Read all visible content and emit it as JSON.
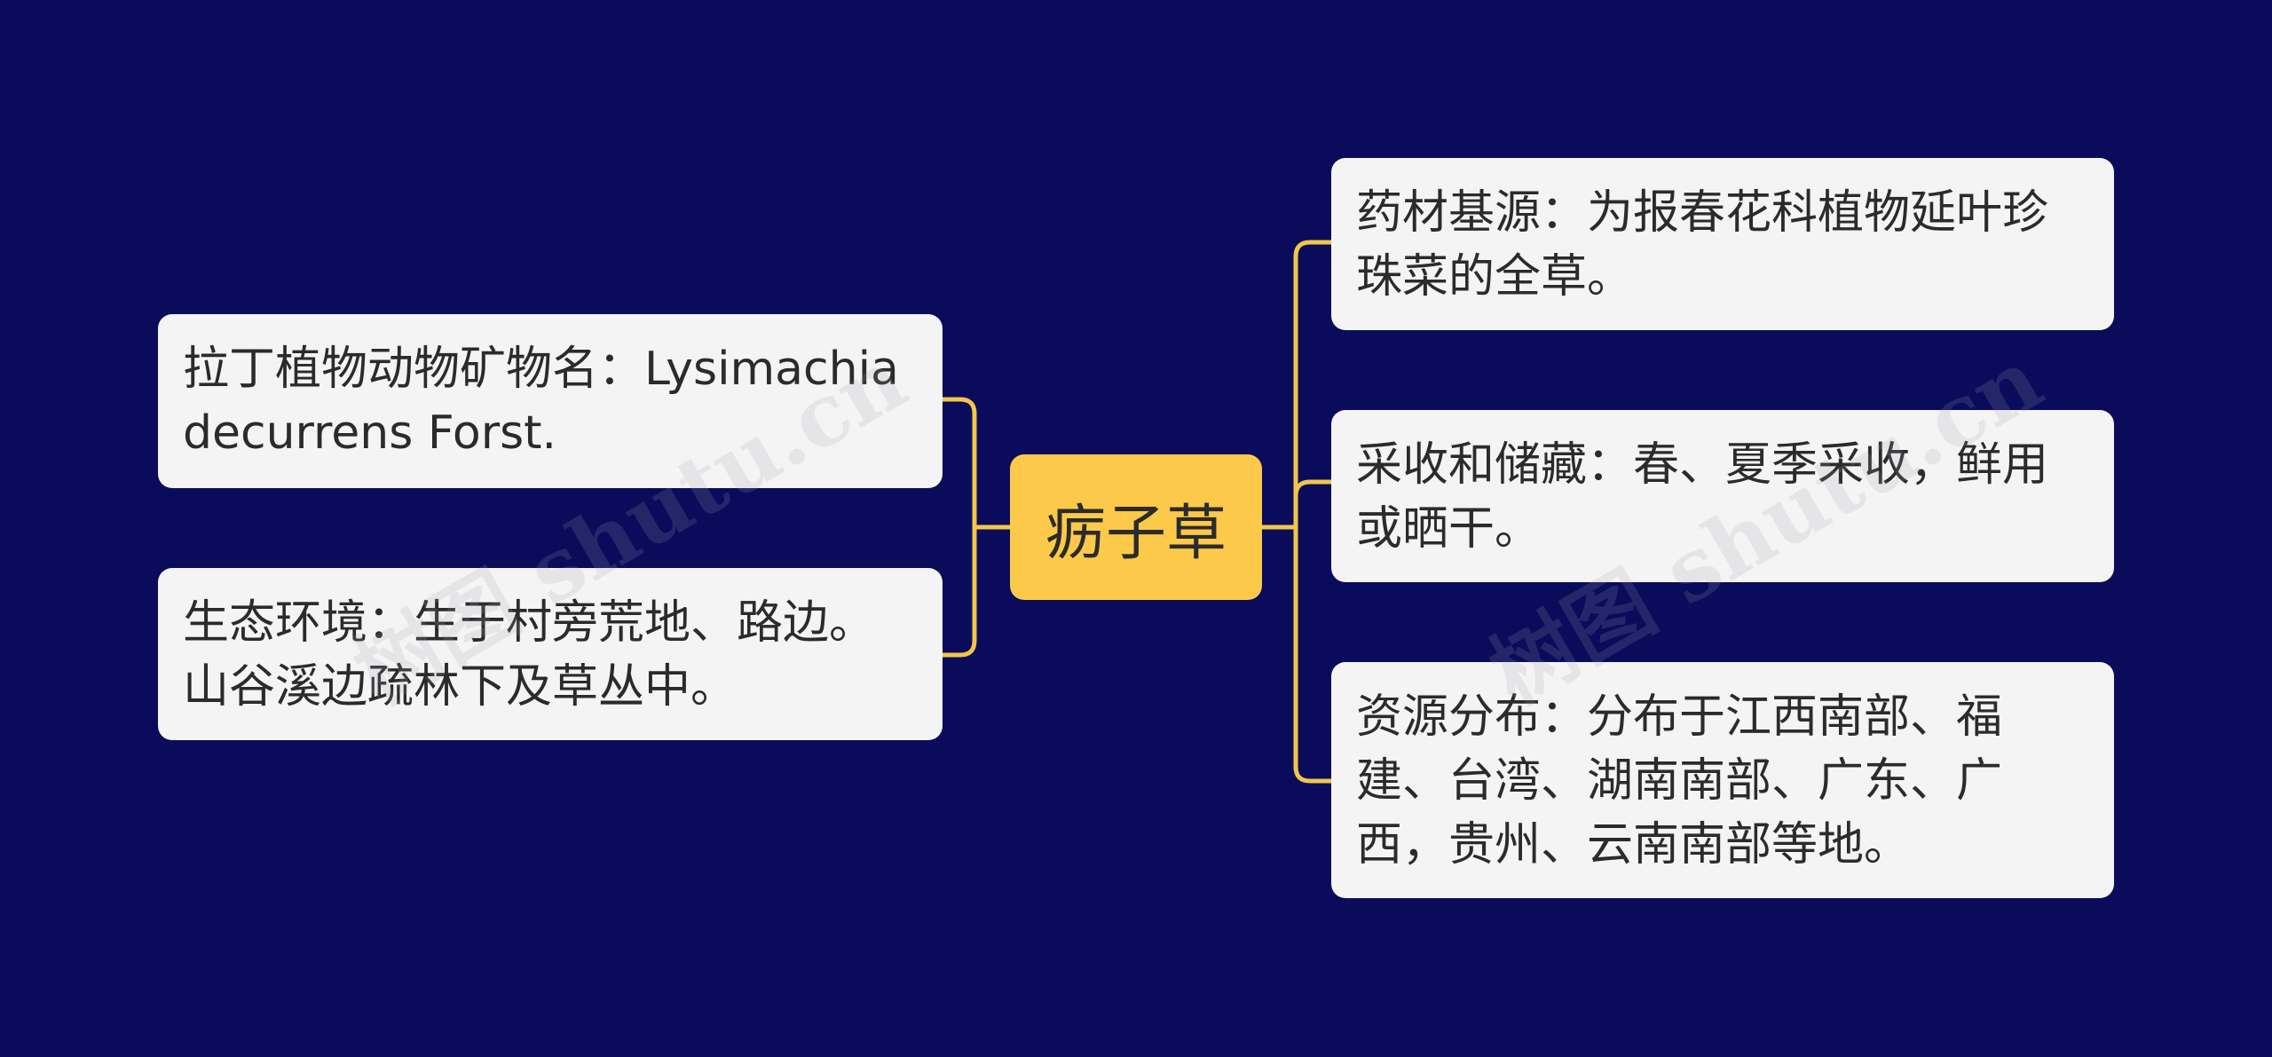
{
  "center": {
    "label": "疬子草"
  },
  "left_nodes": [
    {
      "text": "拉丁植物动物矿物名：Lysimachia decurrens Forst."
    },
    {
      "text": "生态环境：生于村旁荒地、路边。山谷溪边疏林下及草丛中。"
    }
  ],
  "right_nodes": [
    {
      "text": "药材基源：为报春花科植物延叶珍珠菜的全草。"
    },
    {
      "text": "采收和储藏：春、夏季采收，鲜用或晒干。"
    },
    {
      "text": "资源分布：分布于江西南部、福建、台湾、湖南南部、广东、广西，贵州、云南南部等地。"
    }
  ],
  "watermark": "树图 shutu.cn",
  "colors": {
    "background": "#0a0c5b",
    "center_fill": "#fcc94a",
    "connector": "#f2c64a",
    "node_fill": "#f4f4f5"
  }
}
